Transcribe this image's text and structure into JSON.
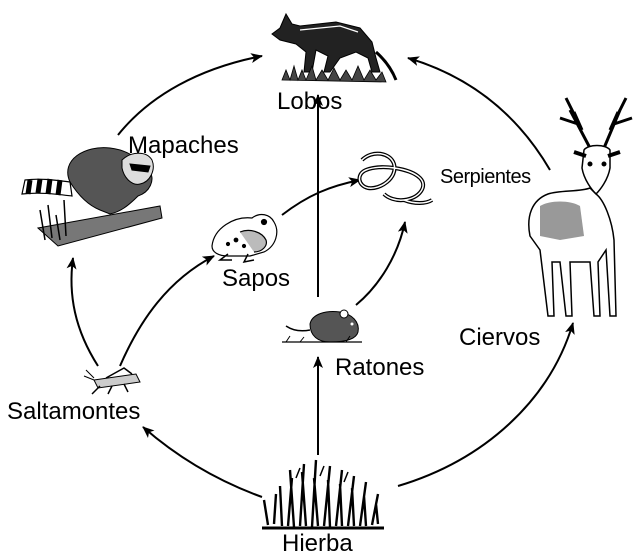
{
  "organisms": {
    "wolves": "Lobos",
    "raccoons": "Mapaches",
    "snakes": "Serpientes",
    "toads": "Sapos",
    "deer": "Ciervos",
    "mice": "Ratones",
    "grasshoppers": "Saltamontes",
    "grass": "Hierba"
  },
  "edges": [
    {
      "from": "grass",
      "to": "grasshoppers"
    },
    {
      "from": "grass",
      "to": "mice"
    },
    {
      "from": "grass",
      "to": "deer"
    },
    {
      "from": "grasshoppers",
      "to": "raccoons"
    },
    {
      "from": "grasshoppers",
      "to": "toads"
    },
    {
      "from": "toads",
      "to": "snakes"
    },
    {
      "from": "mice",
      "to": "snakes"
    },
    {
      "from": "mice",
      "to": "wolves"
    },
    {
      "from": "raccoons",
      "to": "wolves"
    },
    {
      "from": "deer",
      "to": "wolves"
    }
  ],
  "colors": {
    "ink": "#000000",
    "background": "#ffffff"
  }
}
